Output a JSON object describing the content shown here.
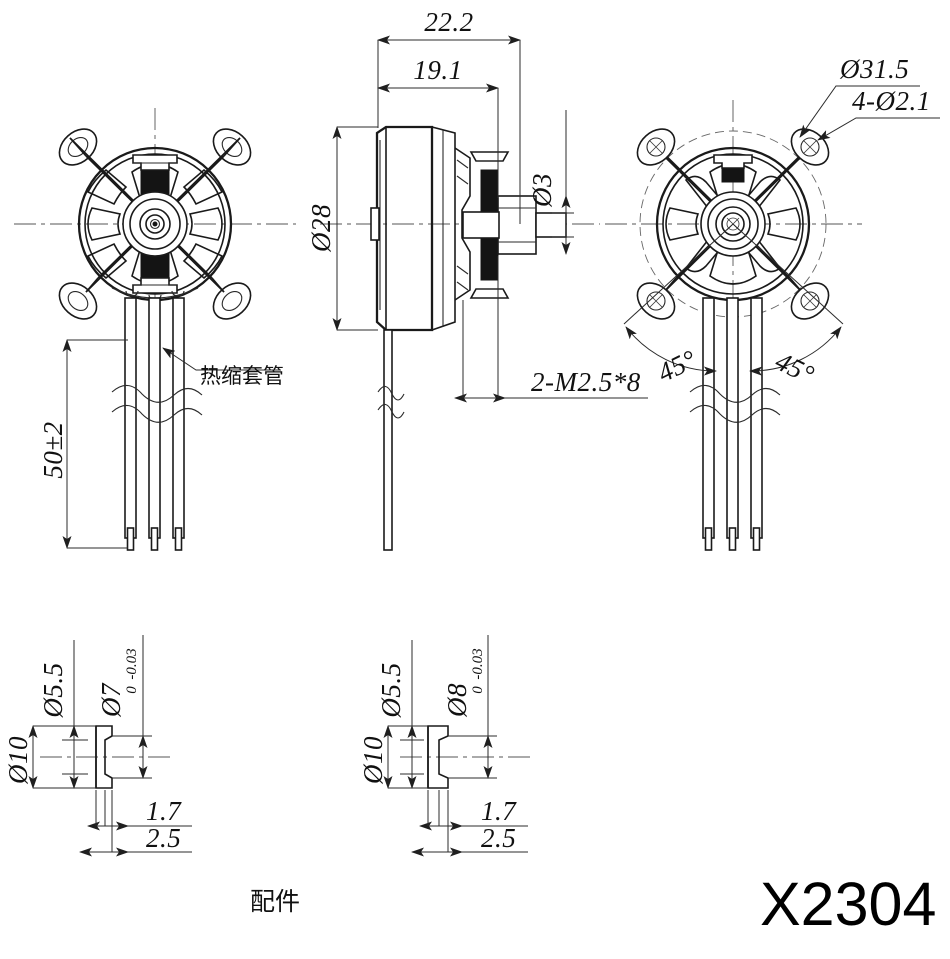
{
  "drawing": {
    "title": "X2304",
    "model_label": "X2304",
    "accessories_label": "配件",
    "heatshrink_label": "热缩套管",
    "line_color": "#1a1a1a",
    "background": "#ffffff"
  },
  "views": {
    "front": {
      "name": "front-view"
    },
    "side": {
      "name": "side-view"
    },
    "rear": {
      "name": "rear-view"
    },
    "accessory_left": {
      "name": "accessory-bushing-7mm"
    },
    "accessory_right": {
      "name": "accessory-bushing-8mm"
    }
  },
  "dimensions": {
    "overall_length": "22.2",
    "body_length": "19.1",
    "body_diameter": "Ø28",
    "shaft_diameter": "Ø3",
    "wire_length": "50±2",
    "screw_spec": "2-M2.5*8",
    "bolt_circle": "Ø31.5",
    "mount_holes": "4-Ø2.1",
    "angle_left": "45°",
    "angle_right": "45°"
  },
  "accessory_left": {
    "flange_diameter": "Ø10",
    "bore_diameter": "Ø5.5",
    "outer_diameter": "Ø7",
    "tolerance_upper": "0",
    "tolerance_lower": "-0.03",
    "flange_thickness": "1.7",
    "total_thickness": "2.5"
  },
  "accessory_right": {
    "flange_diameter": "Ø10",
    "bore_diameter": "Ø5.5",
    "outer_diameter": "Ø8",
    "tolerance_upper": "0",
    "tolerance_lower": "-0.03",
    "flange_thickness": "1.7",
    "total_thickness": "2.5"
  }
}
